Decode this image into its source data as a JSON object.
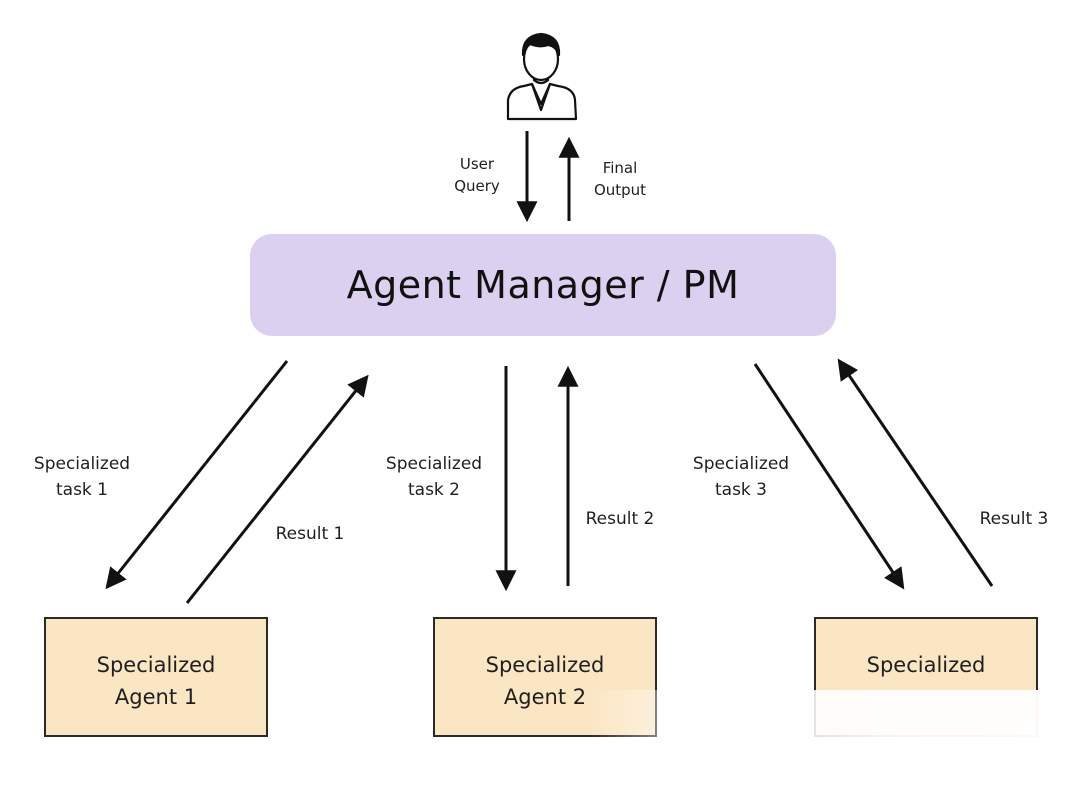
{
  "user": {
    "icon": "user-icon"
  },
  "flow_labels": {
    "user_query": "User\nQuery",
    "final_output": "Final\nOutput"
  },
  "manager": {
    "label": "Agent Manager / PM"
  },
  "tasks": [
    {
      "task_label": "Specialized\ntask 1",
      "result_label": "Result 1",
      "agent_label": "Specialized\nAgent 1"
    },
    {
      "task_label": "Specialized\ntask 2",
      "result_label": "Result 2",
      "agent_label": "Specialized\nAgent 2"
    },
    {
      "task_label": "Specialized\ntask 3",
      "result_label": "Result 3",
      "agent_label": "Specialized"
    }
  ],
  "colors": {
    "manager_fill": "#dcd0f0",
    "agent_fill": "#fbe6c4",
    "stroke": "#111111"
  }
}
